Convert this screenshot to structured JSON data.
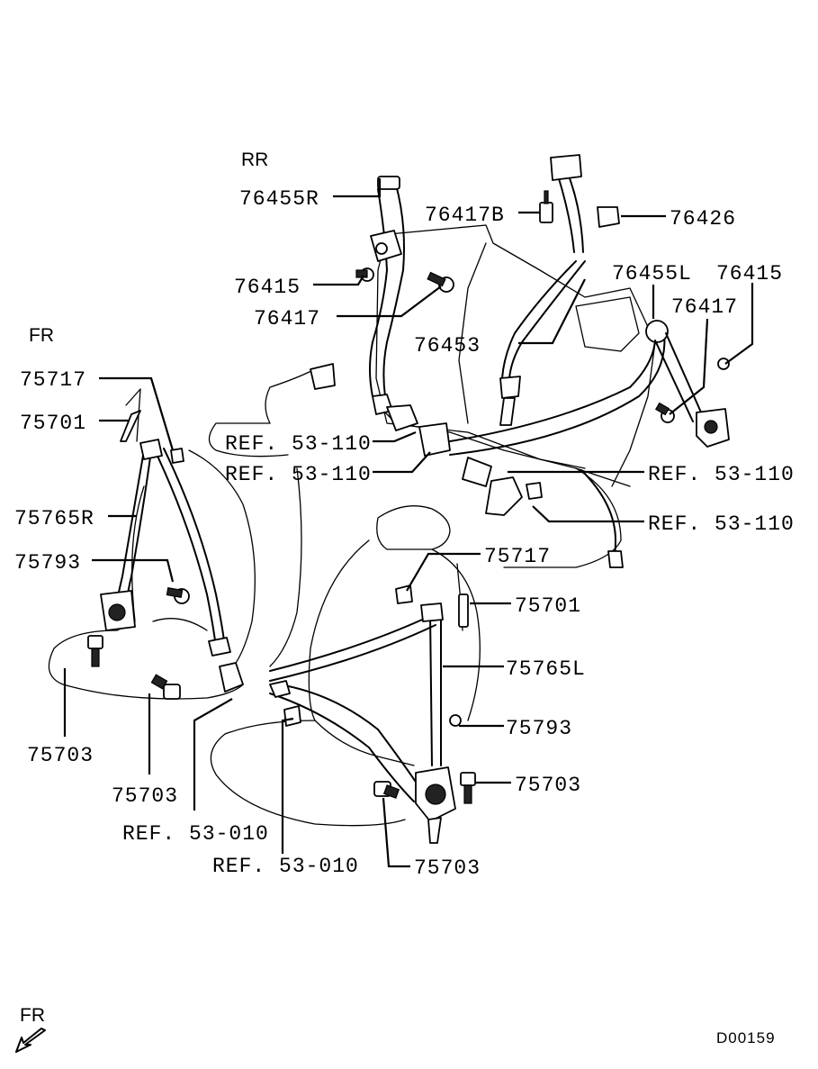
{
  "sections": {
    "rear": "RR",
    "front": "FR"
  },
  "parts": {
    "p76455R": "76455R",
    "p76417B": "76417B",
    "p76426": "76426",
    "p76415_rear": "76415",
    "p76417_rear": "76417",
    "p76455L": "76455L",
    "p76415_right": "76415",
    "p76417_right": "76417",
    "p76453": "76453",
    "p75717_left": "75717",
    "p75701_left": "75701",
    "p75765R": "75765R",
    "p75793_left": "75793",
    "p75703_left_a": "75703",
    "p75703_left_b": "75703",
    "p75717_center": "75717",
    "p75701_center": "75701",
    "p75765L": "75765L",
    "p75793_right": "75793",
    "p75703_right": "75703",
    "p75703_bottom": "75703"
  },
  "refs": {
    "ref1": "REF. 53-110",
    "ref2": "REF. 53-110",
    "ref3": "REF. 53-110",
    "ref4": "REF. 53-110",
    "ref5": "REF. 53-010",
    "ref6": "REF. 53-010"
  },
  "footer": {
    "direction": "FR",
    "drawing_code": "D00159"
  },
  "icons": [
    "front-direction-arrow-icon"
  ]
}
